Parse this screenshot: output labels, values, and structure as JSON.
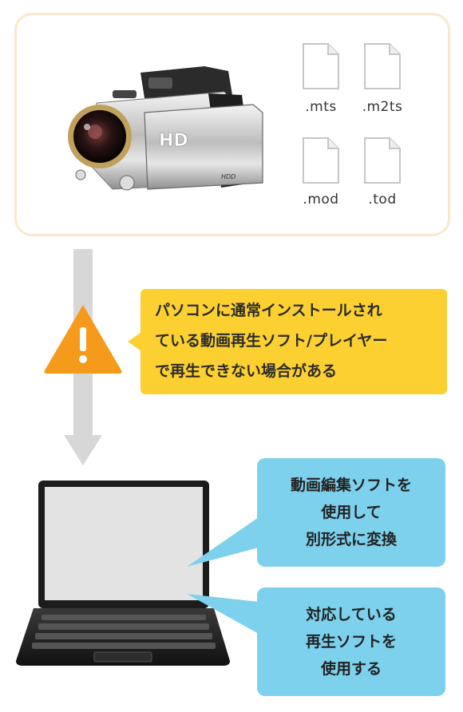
{
  "files": [
    ".mts",
    ".m2ts",
    ".mod",
    ".tod"
  ],
  "camera": {
    "badge_hd": "HD",
    "badge_hdd": "HDD"
  },
  "warning": {
    "lines": [
      "パソコンに通常インストールされ",
      "ている動画再生ソフト/プレイヤー",
      "で再生できない場合がある"
    ]
  },
  "solutions": [
    {
      "lines": [
        "動画編集ソフトを",
        "使用して",
        "別形式に変換"
      ]
    },
    {
      "lines": [
        "対応している",
        "再生ソフトを",
        "使用する"
      ]
    }
  ],
  "colors": {
    "source_border": "#fbe8cc",
    "arrow": "#d7d7d7",
    "warning_icon": "#f59a1b",
    "warning_callout": "#fcd030",
    "solution_bubble": "#7dd1ec"
  }
}
